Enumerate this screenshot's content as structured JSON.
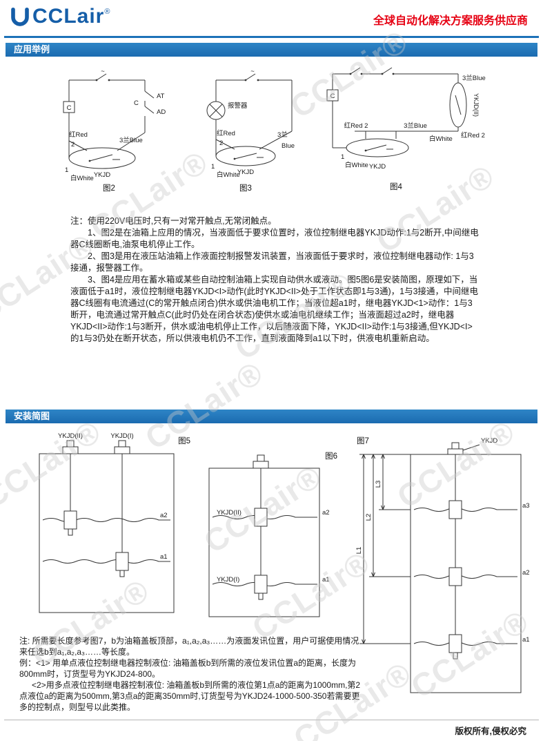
{
  "header": {
    "logo": "CCLair",
    "reg": "®",
    "tagline": "全球自动化解决方案服务供应商"
  },
  "watermark": "CCLair®",
  "section_application": {
    "title": "应用举例"
  },
  "section_installation": {
    "title": "安装简图"
  },
  "fig2": {
    "caption": "图2",
    "ac": "~",
    "coil_box": "C",
    "contact_c": "C",
    "contact_at": "AT",
    "contact_ad": "AD",
    "red": "红Red",
    "n2": "2",
    "blue": "3兰Blue",
    "n1": "1",
    "white": "白White",
    "relay": "YKJD"
  },
  "fig3": {
    "caption": "图3",
    "ac": "~",
    "alarm": "报警器",
    "red": "红Red",
    "n2": "2",
    "blue3": "3兰",
    "blue": "Blue",
    "n1": "1",
    "white": "白White",
    "relay": "YKJD"
  },
  "fig4": {
    "caption": "图4",
    "coil_box": "C",
    "blue_top": "3兰Blue",
    "relay2": "YKJD(II)",
    "red2_left": "红Red 2",
    "blue_mid": "3兰Blue",
    "white_mid": "白White",
    "red2_right": "红Red 2",
    "n1": "1",
    "white": "白White",
    "relay": "YKJD"
  },
  "app_notes": {
    "intro": "注：使用220V电压时,只有一对常开触点,无常闭触点。",
    "items": [
      "1、图2是在油箱上应用的情况，当液面低于要求位置时，液位控制继电器YKJD动作:1与2断开,中间继电器C线圈断电,油泵电机停止工作。",
      "2、图3是用在液压站油箱上作液面控制报警发讯装置，当液面低于要求时，液位控制继电器动作: 1与3接通，报警器工作。",
      "3、图4是应用在蓄水箱或某些自动控制油箱上实现自动供水或液动。图5图6是安装简图，原理如下，当液面低于a1时，液位控制继电器YKJD<I>动作(此时YKJD<II>处于工作状态即1与3通)，1与3接通，中间继电器C线圈有电流通过(C的常开触点闭合)供水或供油电机工作；当液位超a1时，继电器YKJD<1>动作：1与3断开，电流通过常开触点C(此时仍处在闭合状态)使供水或油电机继续工作；当液面超过a2时，继电器YKJD<II>动作:1与3断开，供水或油电机停止工作，以后随液面下降，YKJD<II>动作:1与3接通,但YKJD<I>的1与3仍处在断开状态，所以供液电机仍不工作，直到液面降到a1以下时，供液电机重新启动。"
    ]
  },
  "fig5": {
    "caption": "图5",
    "ykjd2": "YKJD(II)",
    "ykjd1": "YKJD(I)",
    "a2": "a2",
    "a1": "a1"
  },
  "fig6": {
    "caption": "图6",
    "ykjd2": "YKJD(II)",
    "ykjd1": "YKJD(I)",
    "a2": "a2",
    "a1": "a1"
  },
  "fig7": {
    "caption": "图7",
    "ykjd": "YKJD",
    "L1": "L1",
    "L2": "L2",
    "L3": "L3",
    "a3": "a3",
    "a2": "a2",
    "a1": "a1"
  },
  "install_notes": [
    "注: 所需要长度参考图7，b为油箱盖板顶部，a₁,a₂,a₃……为液面发讯位置，用户可据使用情况来任选b到a₁,a₂,a₃……等长度。",
    "例：<1> 用单点液位控制继电器控制液位: 油箱盖板b到所需的液位发讯位置a的距离，长度为800mm时，订货型号为YKJD24-800。",
    "<2>用多点液位控制继电器控制液位: 油箱盖板b到所需的液位第1点a的距离为1000mm,第2点液位a的距离为500mm,第3点a的距离350mm时,订货型号为YKJD24-1000-500-350若需要更多的控制点，则型号以此类推。"
  ],
  "footer": {
    "copyright": "版权所有,侵权必究"
  },
  "colors": {
    "accent_blue": "#1c72b8",
    "brand_red": "#e60012"
  }
}
